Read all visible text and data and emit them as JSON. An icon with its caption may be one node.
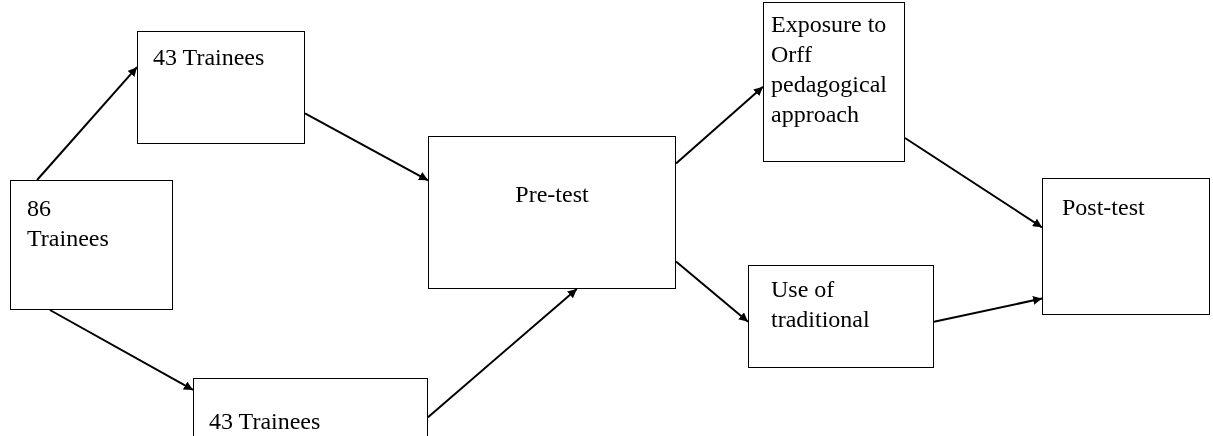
{
  "diagram": {
    "nodes": [
      {
        "text": [
          "86 Trainees"
        ]
      },
      {
        "text": [
          "43 Trainees"
        ]
      },
      {
        "text": [
          "43 Trainees"
        ]
      },
      {
        "text": [
          "Pre-test"
        ]
      },
      {
        "text": [
          "Exposure to Orff pedagogical approach"
        ]
      },
      {
        "text": [
          "Post-test"
        ]
      },
      {
        "text": [
          "Use of traditional"
        ]
      }
    ],
    "edges": [
      {
        "from": 0,
        "to": 1,
        "arrow": "to"
      },
      {
        "from": 0,
        "to": 2,
        "arrow": "to"
      },
      {
        "from": 1,
        "to": 3,
        "arrow": "to"
      },
      {
        "from": 2,
        "to": 3,
        "arrow": "to"
      },
      {
        "from": 3,
        "to": 4,
        "arrow": "to"
      },
      {
        "from": 3,
        "to": 6,
        "arrow": "to"
      },
      {
        "from": 4,
        "to": 5,
        "arrow": "to"
      },
      {
        "from": 6,
        "to": 5,
        "arrow": "to"
      }
    ]
  }
}
